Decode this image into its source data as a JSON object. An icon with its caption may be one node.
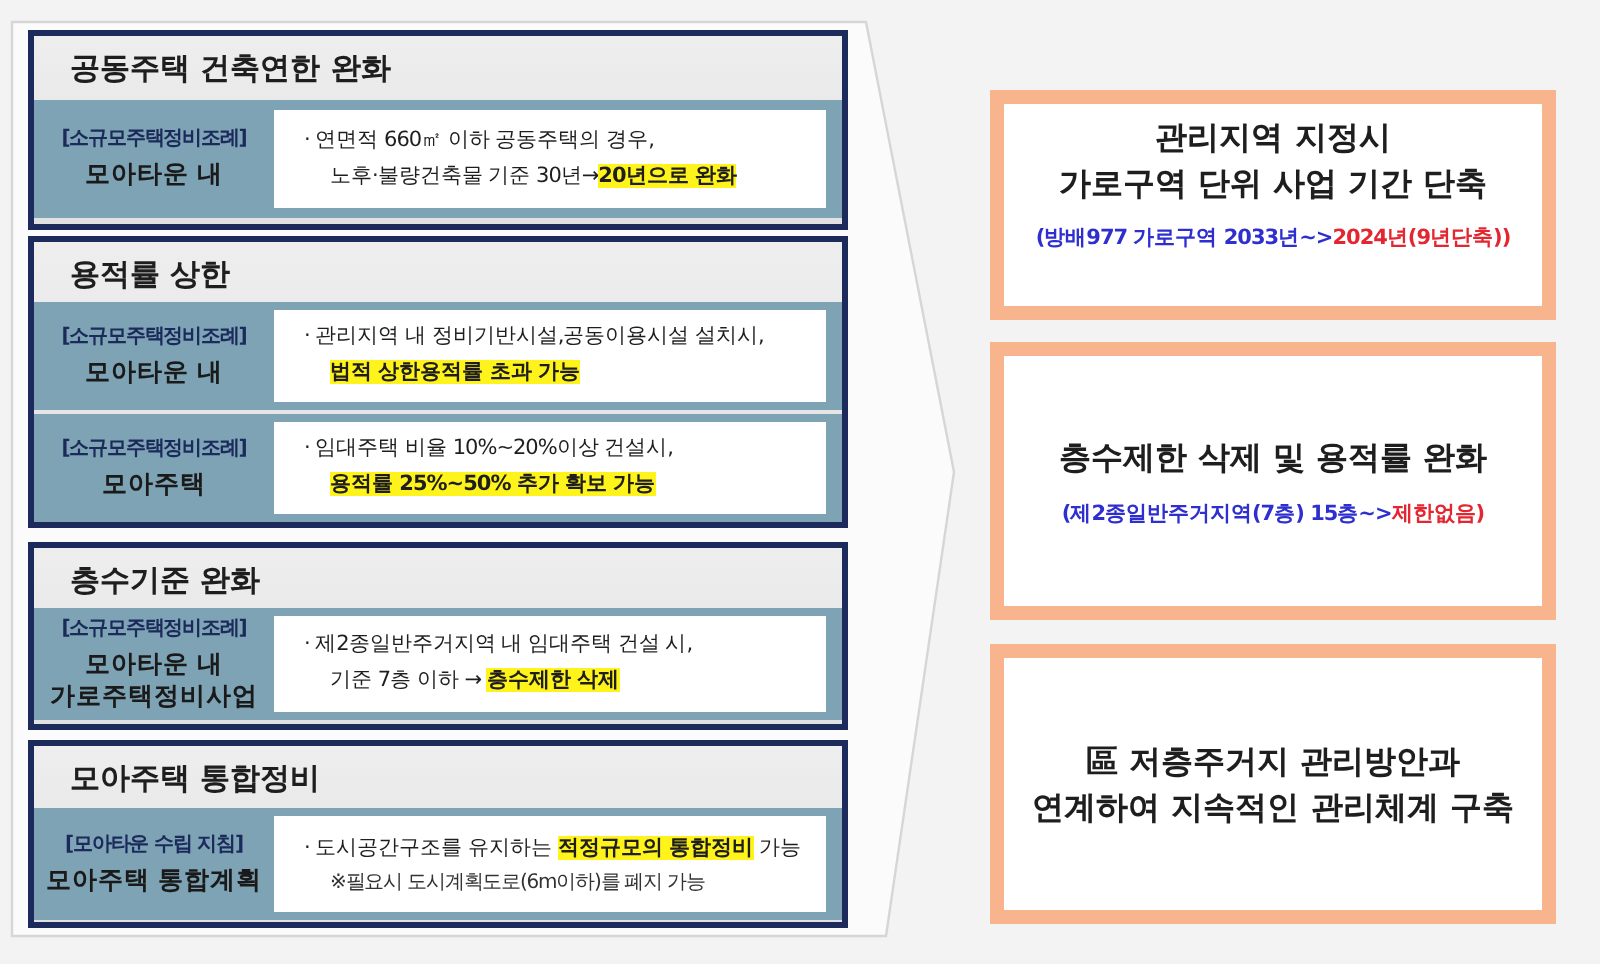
{
  "diagram": {
    "nodes": [
      {
        "text": [
          "공동주택 건축연한 완화"
        ]
      },
      {
        "text": [
          "[소규모주택정비조례]",
          "모아타운 내"
        ],
        "in": 0
      },
      {
        "text": [
          "· 연면적 660㎡ 이하 공동주택의 경우, 노후·불량건축물 기준 30년→**20년으로 완화**"
        ],
        "in": 1
      },
      {
        "text": [
          "용적률 상한"
        ]
      },
      {
        "text": [
          "[소규모주택정비조례]",
          "모아타운 내"
        ],
        "in": 3
      },
      {
        "text": [
          "· 관리지역 내 정비기반시설,공동이용시설 설치시, **법적 상한용적률 초과 가능**"
        ],
        "in": 4
      },
      {
        "text": [
          "[소규모주택정비조례]",
          "모아주택"
        ],
        "in": 3
      },
      {
        "text": [
          "· 임대주택 비율 10%~20%이상 건설시, **용적률 25%~50% 추가 확보 가능**"
        ],
        "in": 6
      },
      {
        "text": [
          "층수기준 완화"
        ]
      },
      {
        "text": [
          "[소규모주택정비조례]",
          "모아타운 내 가로주택정비사업"
        ],
        "in": 8
      },
      {
        "text": [
          "· 제2종일반주거지역 내 임대주택 건설 시, 기준 7층 이하 → **층수제한 삭제**"
        ],
        "in": 9
      },
      {
        "text": [
          "모아주택 통합정비"
        ]
      },
      {
        "text": [
          "[모아타운 수립 지침]",
          "모아주택 통합계획"
        ],
        "in": 11
      },
      {
        "text": [
          "· 도시공간구조를 유지하는 **적정규모의 통합정비** 가능",
          "※필요시 도시계획도로(6m이하)를 폐지 가능"
        ],
        "in": 12
      },
      {
        "text": [
          "관리지역 지정시 가로구역 단위 사업 기간 단축",
          "(방배977 가로구역 2033년~>",
          "2024년(9년단축))"
        ]
      },
      {
        "text": [
          "층수제한 삭제 및 용적률 완화",
          "(제2종일반주거지역(7층) 15층~>",
          "제한없음)"
        ]
      },
      {
        "text": [
          "區 저층주거지 관리방안과 연계하여 지속적인 관리체계 구축"
        ]
      }
    ]
  }
}
